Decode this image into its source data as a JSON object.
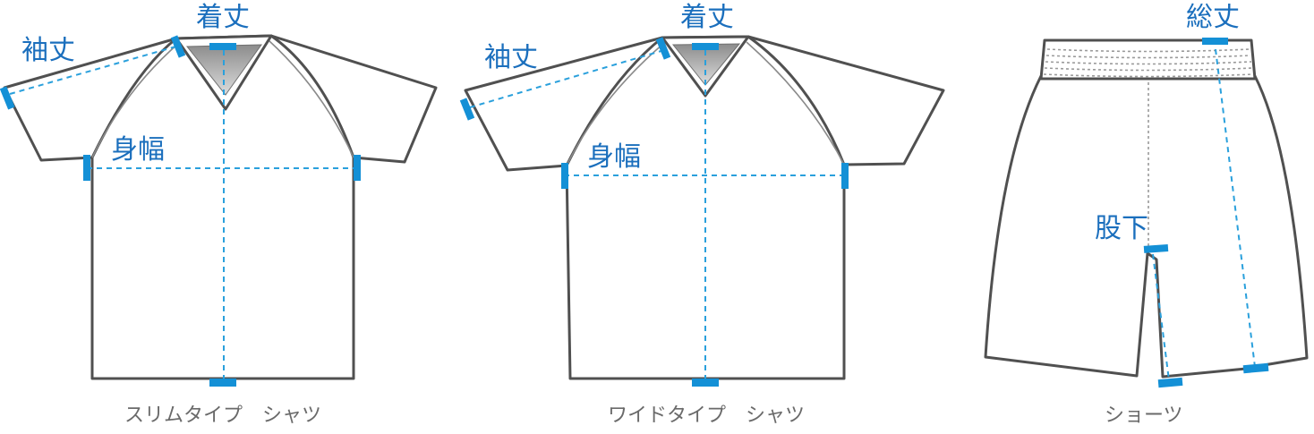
{
  "colors": {
    "label": "#1b6fbd",
    "measure_line": "#2aa0dc",
    "marker": "#1490d6",
    "outline": "#505050",
    "caption": "#6a6a6a"
  },
  "slim": {
    "caption": "スリムタイプ　シャツ",
    "sleeve_label": "袖丈",
    "length_label": "着丈",
    "width_label": "身幅"
  },
  "wide": {
    "caption": "ワイドタイプ　シャツ",
    "sleeve_label": "袖丈",
    "length_label": "着丈",
    "width_label": "身幅"
  },
  "shorts": {
    "caption": "ショーツ",
    "total_label": "総丈",
    "inseam_label": "股下"
  }
}
